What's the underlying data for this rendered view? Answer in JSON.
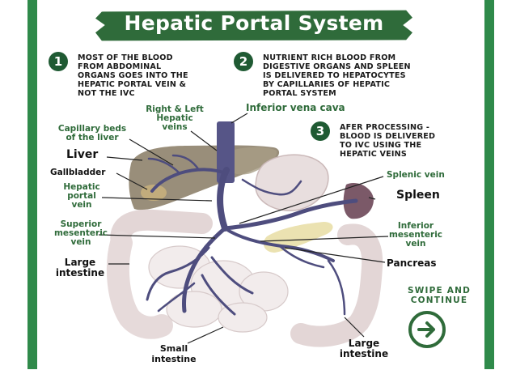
{
  "title": "Hepatic Portal System",
  "colors": {
    "accent": "#2f6b3a",
    "stripe": "#2f8a4a",
    "vein": "#4e4d7e"
  },
  "steps": [
    {
      "number": "1",
      "text": "MOST OF THE BLOOD\nFROM ABDOMINAL\nORGANS GOES INTO THE\nHEPATIC PORTAL VEIN &\nNOT THE IVC"
    },
    {
      "number": "2",
      "text": "NUTRIENT RICH BLOOD FROM\nDIGESTIVE ORGANS AND SPLEEN\nIS DELIVERED TO HEPATOCYTES\nBY CAPILLARIES OF HEPATIC\nPORTAL SYSTEM"
    },
    {
      "number": "3",
      "text": "AFER PROCESSING -\nBLOOD IS DELIVERED\nTO IVC USING THE\nHEPATIC VEINS"
    }
  ],
  "labels": {
    "right_left_hepatic_veins": "Right & Left\nHepatic\nveins",
    "inferior_vena_cava": "Inferior vena cava",
    "capillary_beds": "Capillary beds\nof the liver",
    "liver": "Liver",
    "gallbladder": "Gallbladder",
    "hepatic_portal_vein": "Hepatic\nportal\nvein",
    "superior_mesenteric_vein": "Superior\nmesenteric\nvein",
    "large_intestine_left": "Large\nintestine",
    "splenic_vein": "Splenic vein",
    "spleen": "Spleen",
    "inferior_mesenteric_vein": "Inferior\nmesenteric\nvein",
    "pancreas": "Pancreas",
    "small_intestine": "Small\nintestine",
    "large_intestine_right": "Large\nintestine"
  },
  "navigation": {
    "swipe_text": "SWIPE AND\nCONTINUE",
    "icon": "arrow-right-icon"
  }
}
